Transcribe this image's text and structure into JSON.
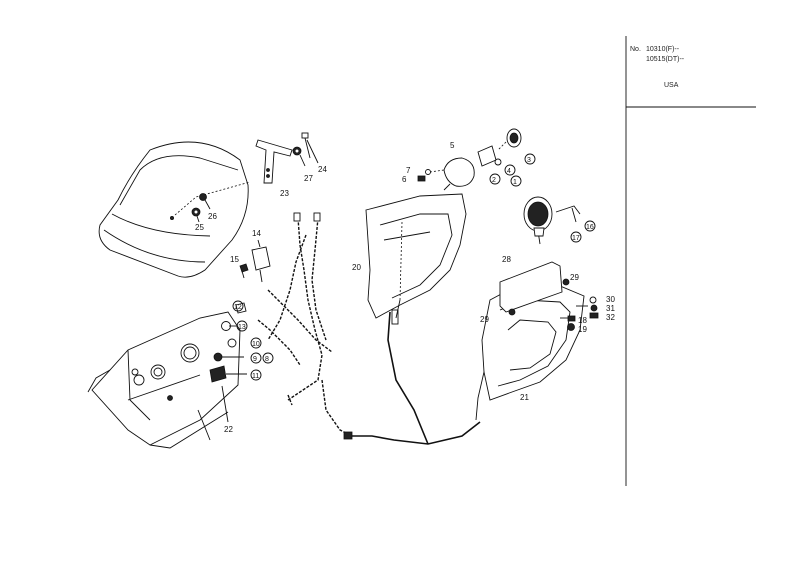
{
  "info_box": {
    "prefix": "No.",
    "serial_lines": [
      "10310(F)--",
      "10515(DT)--"
    ],
    "region": "USA"
  },
  "part_numbers": {
    "p1": "1",
    "p2": "2",
    "p3": "3",
    "p4": "4",
    "p5": "5",
    "p6": "6",
    "p7": "7",
    "p8": "8",
    "p9": "9",
    "p10": "10",
    "p11": "11",
    "p12": "12",
    "p13": "13",
    "p14": "14",
    "p15": "15",
    "p16": "16",
    "p17": "17",
    "p18": "18",
    "p19": "19",
    "p20": "20",
    "p21": "21",
    "p22": "22",
    "p23": "23",
    "p24": "24",
    "p25": "25",
    "p26": "26",
    "p27": "27",
    "p28": "28",
    "p29": "29",
    "p30": "30",
    "p31": "31",
    "p32": "32"
  }
}
